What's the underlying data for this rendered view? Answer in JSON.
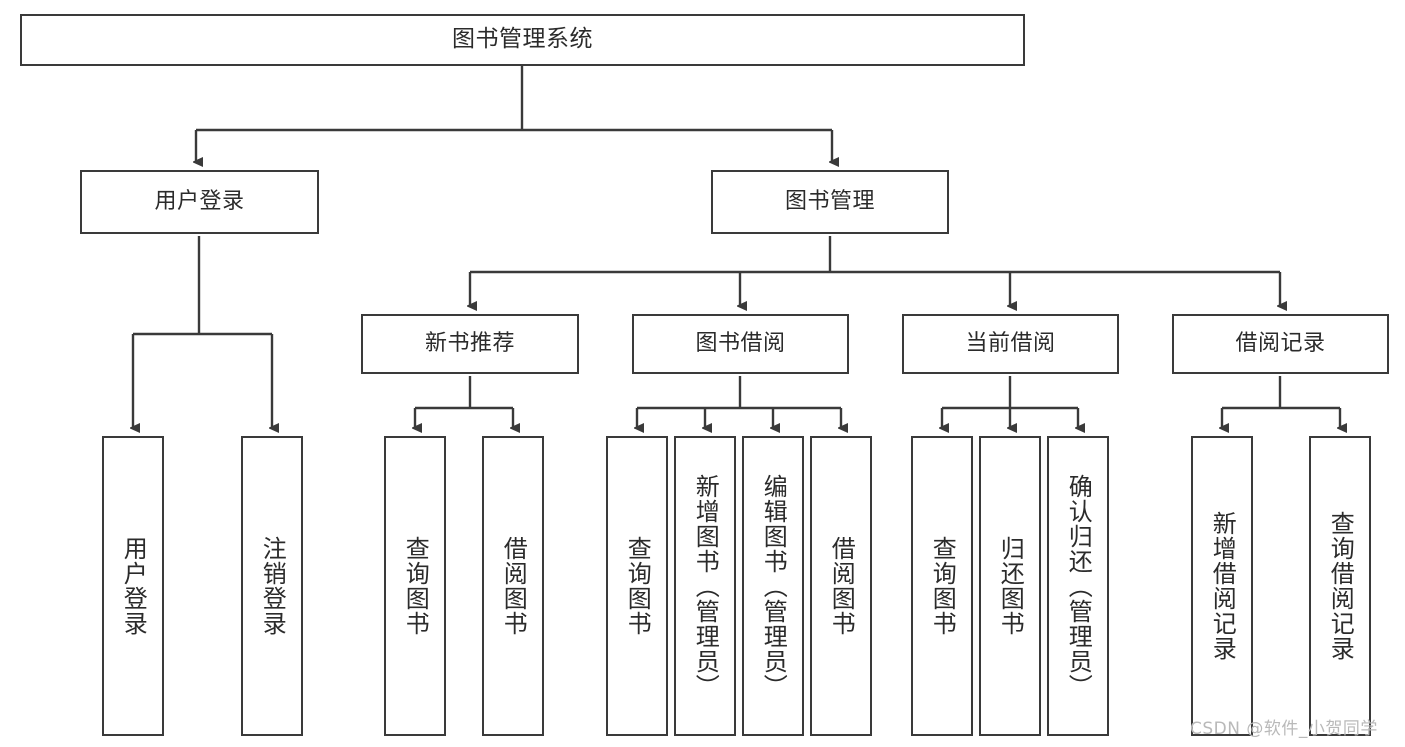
{
  "diagram": {
    "type": "tree-hierarchy",
    "title": "图书管理系统",
    "orientation": "top-down",
    "levels": 4,
    "line_color": "#3a3a3a",
    "box_fill": "#ffffff",
    "text_color": "#2b2b2b"
  },
  "root": {
    "label": "图书管理系统"
  },
  "level2": [
    {
      "label": "用户登录"
    },
    {
      "label": "图书管理"
    }
  ],
  "level3": [
    {
      "label": "新书推荐"
    },
    {
      "label": "图书借阅"
    },
    {
      "label": "当前借阅"
    },
    {
      "label": "借阅记录"
    }
  ],
  "leaves": {
    "user_login": [
      {
        "label": "用户登录"
      },
      {
        "label": "注销登录"
      }
    ],
    "new_book_recommend": [
      {
        "label": "查询图书"
      },
      {
        "label": "借阅图书"
      }
    ],
    "book_borrow": [
      {
        "label": "查询图书"
      },
      {
        "label": "新增图书（管理员）"
      },
      {
        "label": "编辑图书（管理员）"
      },
      {
        "label": "借阅图书"
      }
    ],
    "current_borrow": [
      {
        "label": "查询图书"
      },
      {
        "label": "归还图书"
      },
      {
        "label": "确认归还（管理员）"
      }
    ],
    "borrow_record": [
      {
        "label": "新增借阅记录"
      },
      {
        "label": "查询借阅记录"
      }
    ]
  },
  "watermark": {
    "text": "CSDN @软件_小贺同学"
  }
}
